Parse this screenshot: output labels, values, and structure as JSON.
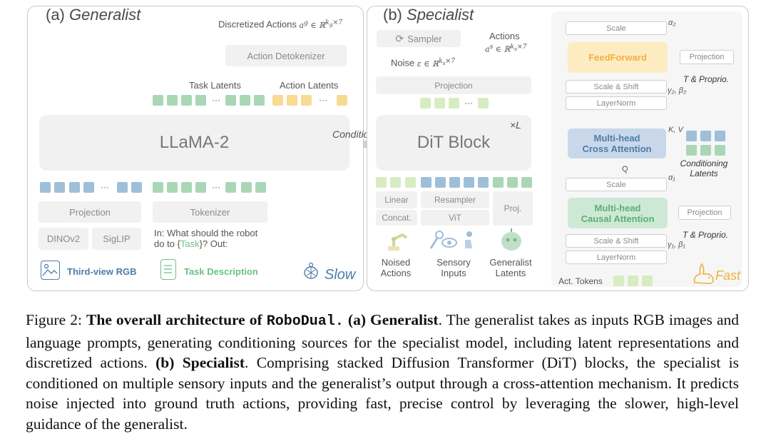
{
  "generalist": {
    "header_tag": "(a)",
    "header_name": "Generalist",
    "discretized_actions": "Discretized Actions",
    "disc_math": "a^g ∈ ℝ^{k_g×7}",
    "action_detokenizer": "Action Detokenizer",
    "task_latents": "Task Latents",
    "action_latents": "Action Latents",
    "llm": "LLaMA-2",
    "projection": "Projection",
    "tokenizer": "Tokenizer",
    "dinov2": "DINOv2",
    "siglip": "SigLIP",
    "prompt_prefix": "In: What should the robot",
    "prompt_do": "do to {",
    "prompt_task": "Task",
    "prompt_suffix": "}? Out:",
    "third_view": "Third-view RGB",
    "task_description": "Task Description",
    "slow": "Slow"
  },
  "conditioning": "Conditioning",
  "specialist": {
    "header_tag": "(b)",
    "header_name": "Specialist",
    "sampler": "Sampler",
    "actions": "Actions",
    "actions_math": "a^s ∈ ℝ^{k_s×7}",
    "noise": "Noise",
    "noise_math": "ε ∈ ℝ^{k_s×7}",
    "projection": "Projection",
    "dit": "DiT Block",
    "times_l": "×L",
    "linear": "Linear",
    "concat": "Concat.",
    "resampler": "Resampler",
    "vit": "ViT",
    "proj": "Proj.",
    "noised_actions_1": "Noised",
    "noised_actions_2": "Actions",
    "sensory_1": "Sensory",
    "sensory_2": "Inputs",
    "generalist_latents_1": "Generalist",
    "generalist_latents_2": "Latents"
  },
  "dit_detail": {
    "scale_top": "Scale",
    "alpha2": "α₂",
    "feedforward": "FeedForward",
    "projection_top": "Projection",
    "tp_top": "T & Proprio.",
    "scale_shift_top": "Scale & Shift",
    "gb2": "γ₂, β₂",
    "layernorm_top": "LayerNorm",
    "kv": "K, V",
    "mhca_1": "Multi-head",
    "mhca_2": "Cross Attention",
    "cond_latents_1": "Conditioning",
    "cond_latents_2": "Latents",
    "q": "Q",
    "scale_bottom": "Scale",
    "alpha1": "α₁",
    "mhsa_1": "Multi-head",
    "mhsa_2": "Causal Attention",
    "projection_bottom": "Projection",
    "scale_shift_bottom": "Scale & Shift",
    "tp_bottom": "T & Proprio.",
    "gb1": "γ₁, β₁",
    "layernorm_bottom": "LayerNorm",
    "act_tokens": "Act. Tokens",
    "fast": "Fast"
  },
  "caption": {
    "fig": "Figure 2:",
    "title_pre": "The overall architecture of",
    "title_code": "RoboDual.",
    "a_label": "(a) Generalist",
    "a_text": ". The generalist takes as inputs RGB images and language prompts, generating conditioning sources for the specialist model, including latent representations and discretized actions.",
    "b_label": "(b) Specialist",
    "b_text": ". Comprising stacked Diffusion Transformer (DiT) blocks, the specialist is conditioned on multiple sensory inputs and the generalist’s output through a cross-attention mechanism. It predicts noise injected into ground truth actions, providing fast, precise control by leveraging the slower, high-level guidance of the generalist."
  }
}
